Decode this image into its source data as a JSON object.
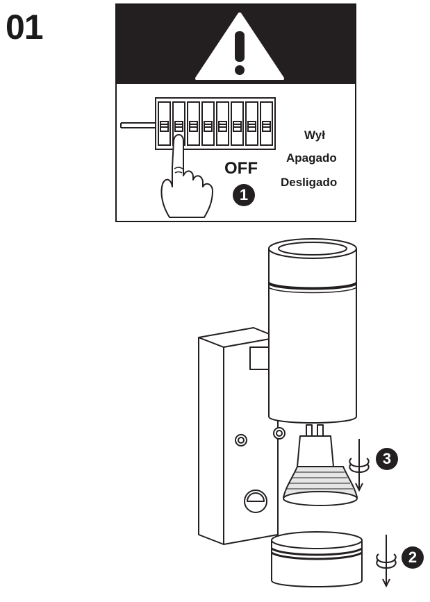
{
  "step": {
    "number": "01"
  },
  "panel": {
    "off_label": "OFF",
    "labels": [
      "Wył",
      "Apagado",
      "Desligado"
    ],
    "badge": "1"
  },
  "steps": {
    "two": "2",
    "three": "3"
  },
  "icons": {
    "warning": "warning-triangle-icon",
    "switch": "circuit-breaker-icon",
    "hand": "pointing-hand-icon",
    "rotate": "rotate-arrow-icon"
  },
  "colors": {
    "ink": "#231f20",
    "background": "#ffffff"
  }
}
